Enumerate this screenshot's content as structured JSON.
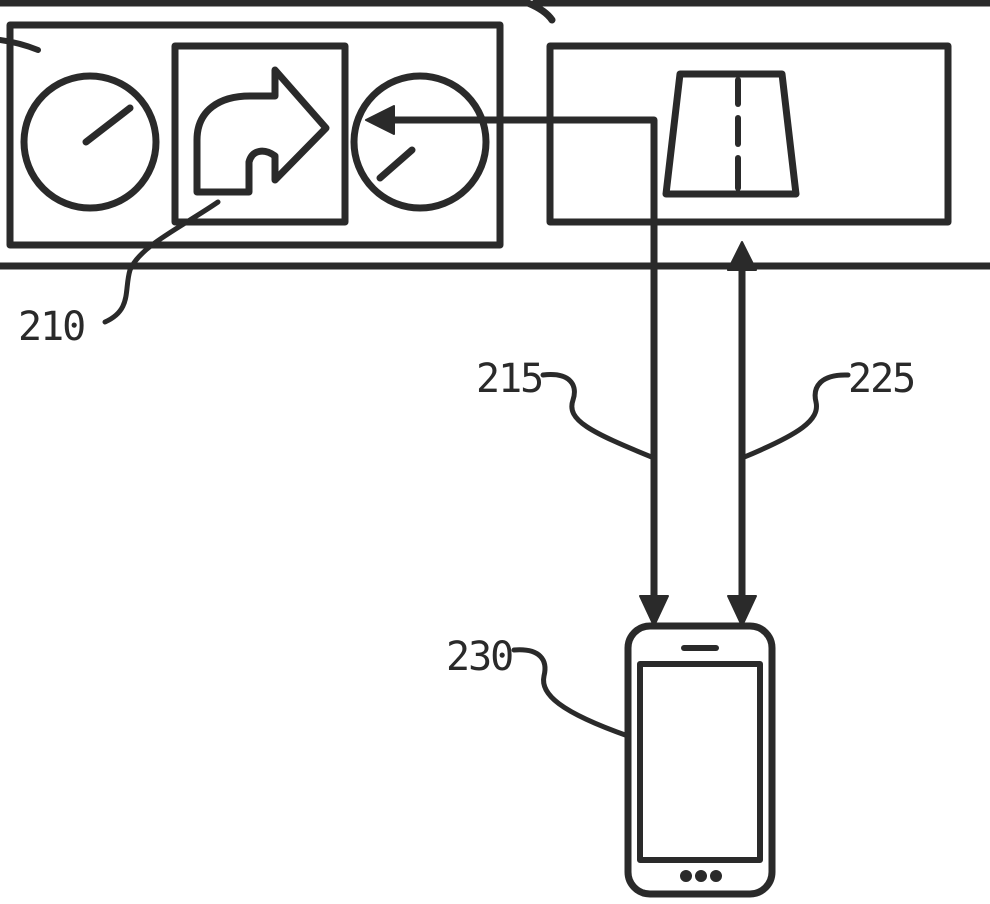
{
  "labels": {
    "ref_210": "210",
    "ref_215": "215",
    "ref_225": "225",
    "ref_230": "230"
  },
  "icons": {
    "speedometer_left": "gauge-icon",
    "turn_arrow": "turn-right-arrow-icon",
    "speedometer_right": "gauge-icon",
    "road": "road-lane-icon",
    "phone": "smartphone-icon"
  },
  "colors": {
    "line": "#2a2a2a",
    "background": "#ffffff"
  }
}
